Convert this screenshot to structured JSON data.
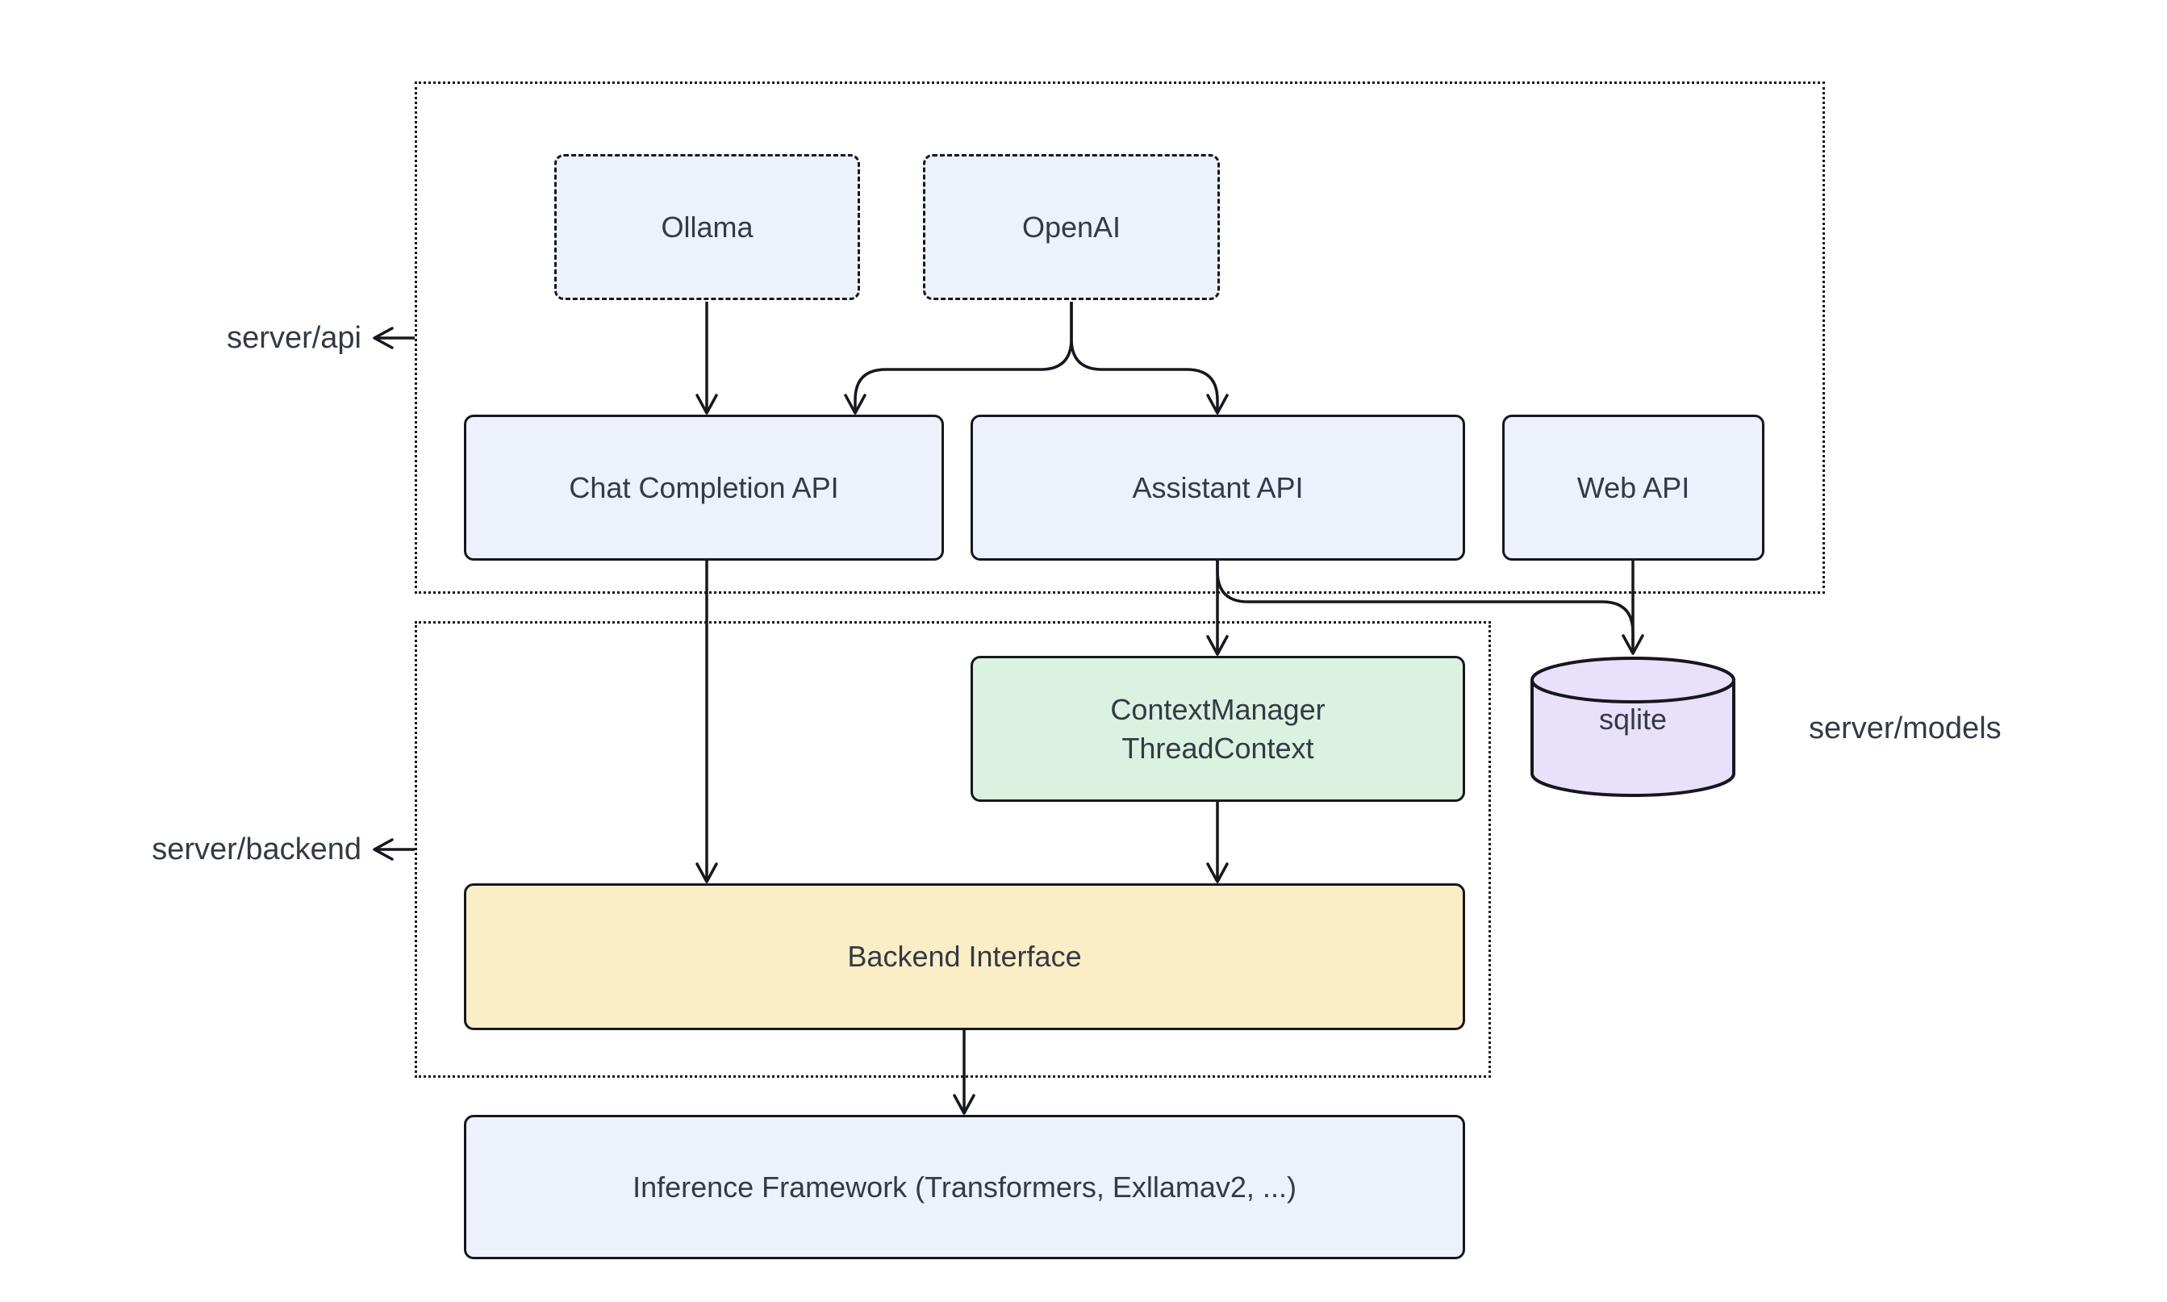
{
  "diagram": {
    "labels": {
      "api": "server/api",
      "backend": "server/backend",
      "models": "server/models"
    },
    "nodes": {
      "ollama": {
        "label": "Ollama"
      },
      "openai": {
        "label": "OpenAI"
      },
      "chat_completion": {
        "label": "Chat Completion API"
      },
      "assistant": {
        "label": "Assistant API"
      },
      "web_api": {
        "label": "Web API"
      },
      "context_manager": {
        "line1": "ContextManager",
        "line2": "ThreadContext"
      },
      "sqlite": {
        "label": "sqlite"
      },
      "backend_interface": {
        "label": "Backend Interface"
      },
      "inference_framework": {
        "label": "Inference Framework (Transformers, Exllamav2, ...)"
      }
    },
    "edges": [
      {
        "from": "Ollama",
        "to": "Chat Completion API"
      },
      {
        "from": "OpenAI",
        "to": "Chat Completion API"
      },
      {
        "from": "OpenAI",
        "to": "Assistant API"
      },
      {
        "from": "Chat Completion API",
        "to": "Backend Interface"
      },
      {
        "from": "Assistant API",
        "to": "ContextManager ThreadContext"
      },
      {
        "from": "Assistant API",
        "to": "sqlite"
      },
      {
        "from": "Web API",
        "to": "sqlite"
      },
      {
        "from": "ContextManager ThreadContext",
        "to": "Backend Interface"
      },
      {
        "from": "Backend Interface",
        "to": "Inference Framework (Transformers, Exllamav2, ...)"
      }
    ],
    "colors": {
      "node_blue": "#ecf1fb",
      "node_green": "#daf2df",
      "node_yellow": "#fbeec6",
      "node_purple": "#e9e1fb",
      "stroke": "#16171f",
      "text": "#333a46",
      "background": "#ffffff"
    }
  }
}
